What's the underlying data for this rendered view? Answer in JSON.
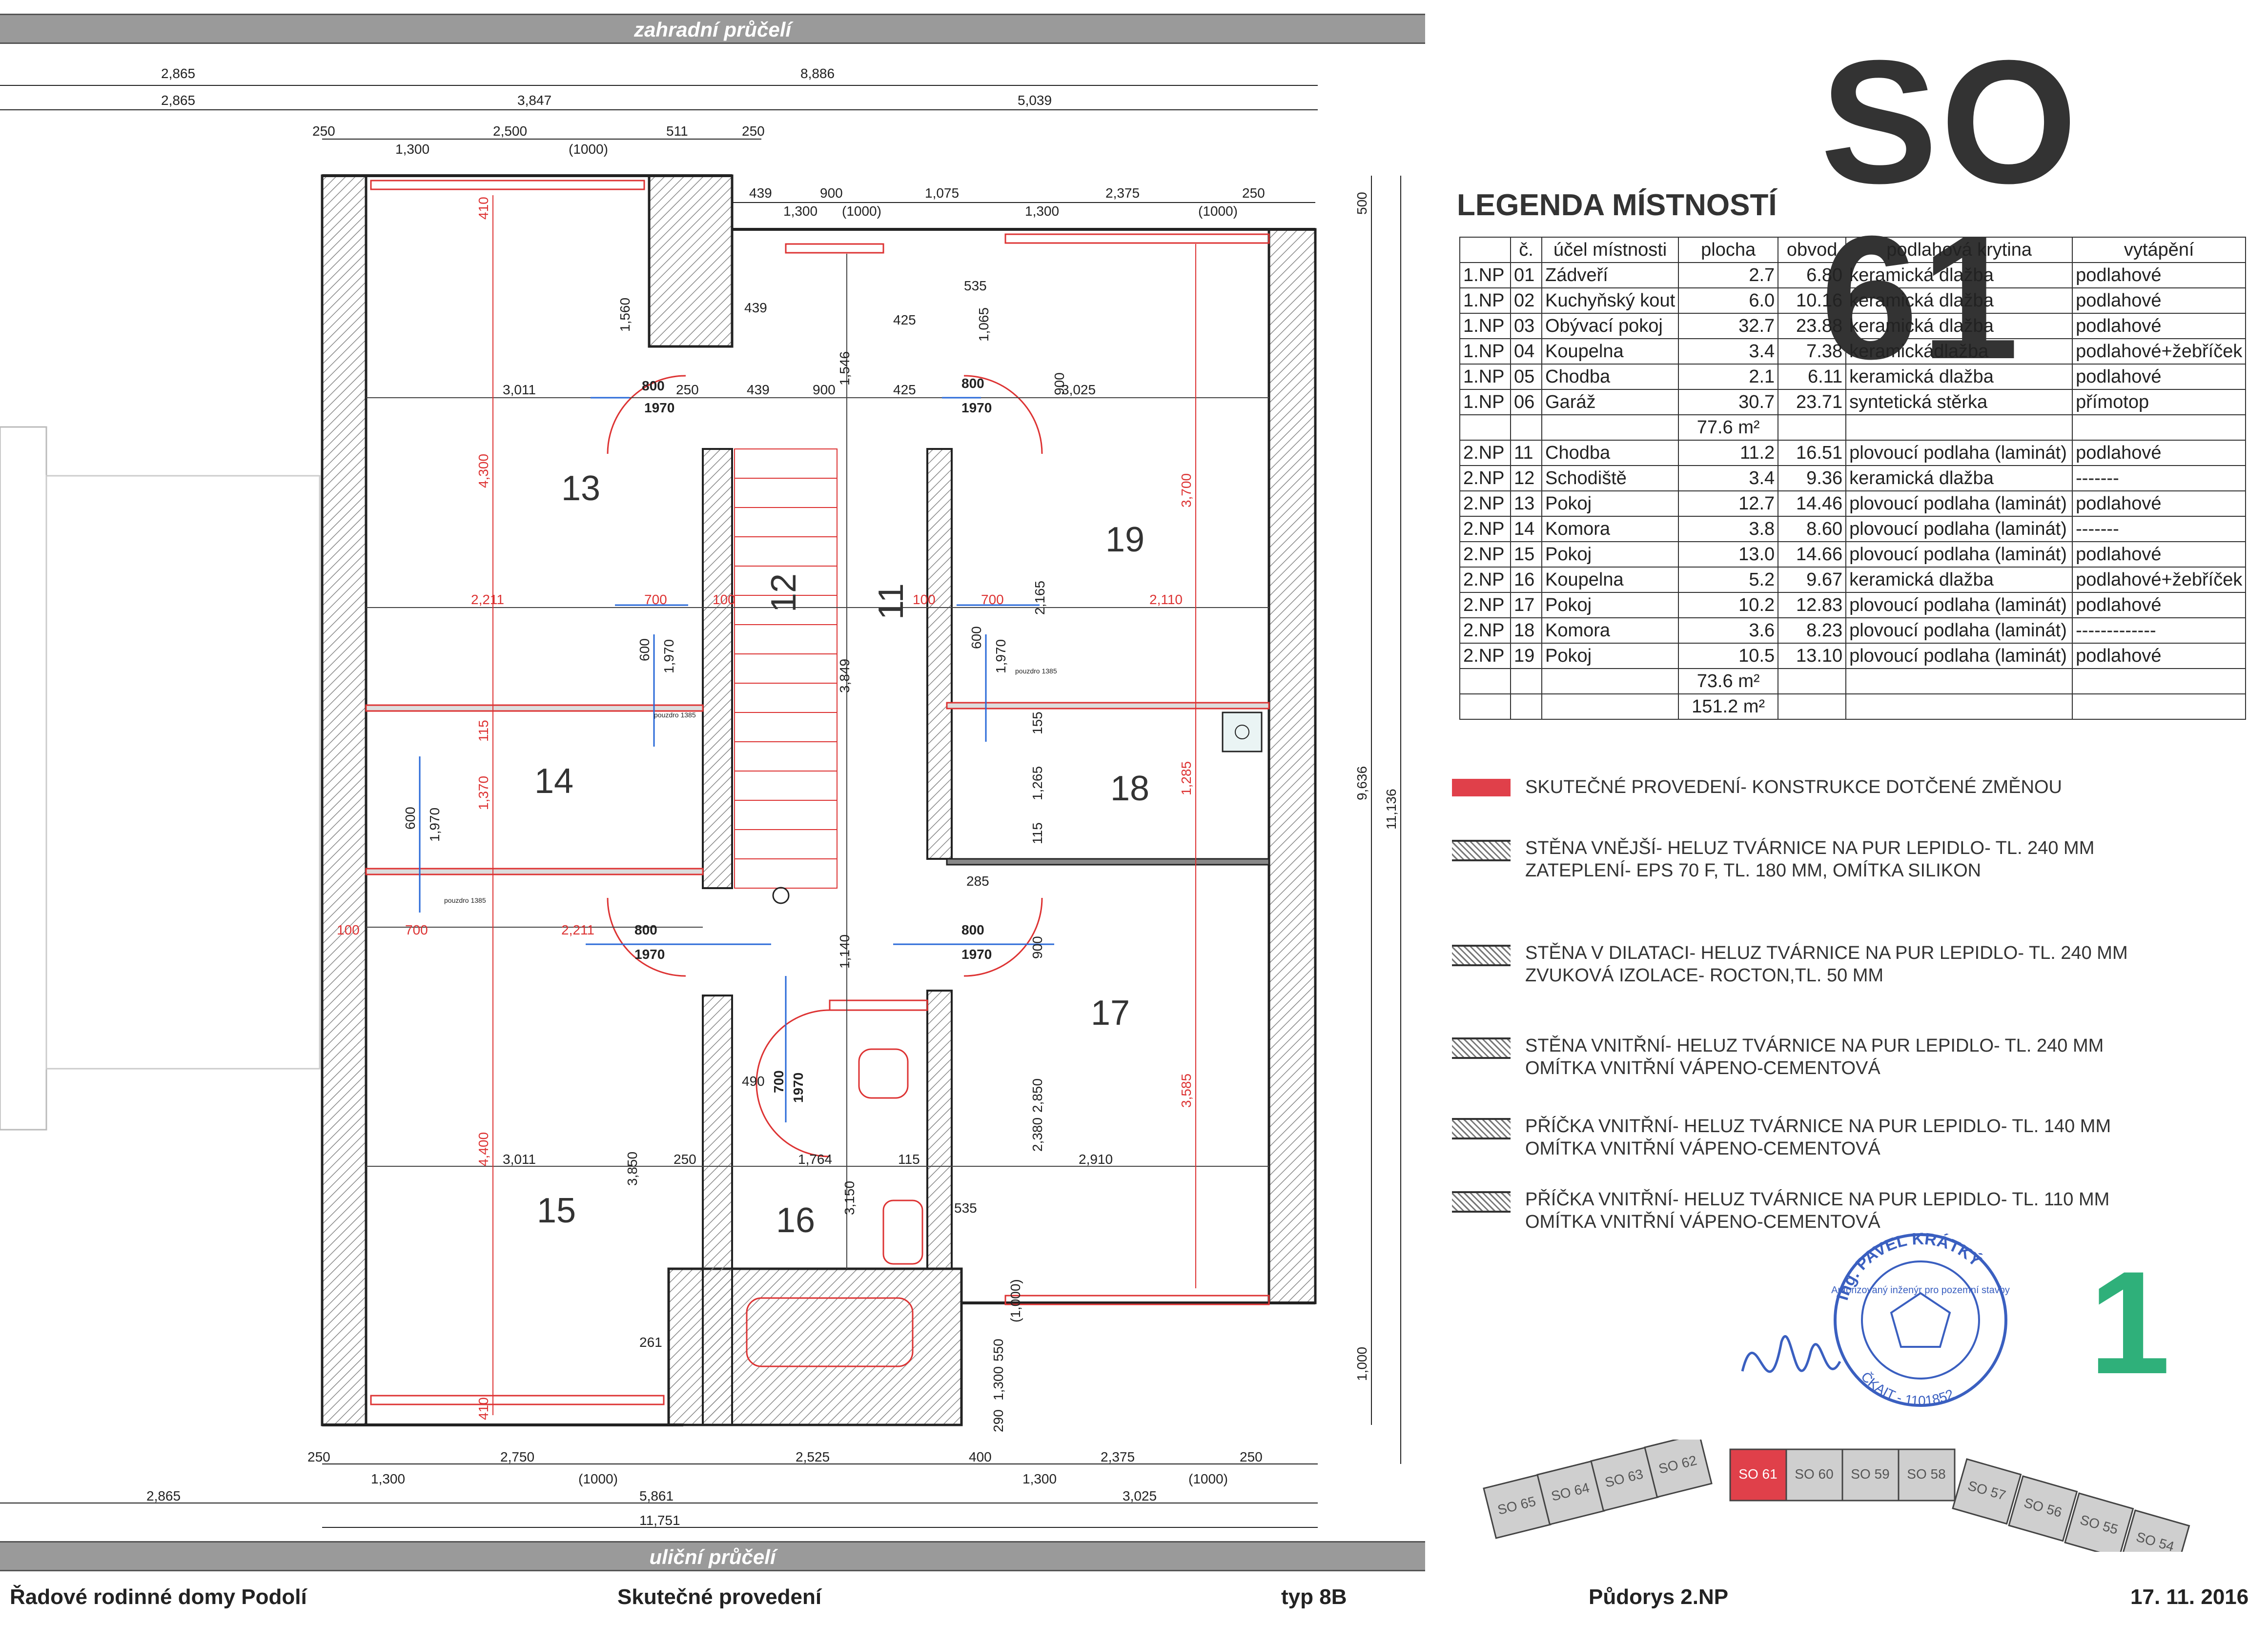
{
  "banners": {
    "top": "zahradní průčelí",
    "bottom": "uliční průčelí"
  },
  "building_code": "SO 61",
  "legend": {
    "title": "LEGENDA MÍSTNOSTÍ",
    "headers": [
      "",
      "č.",
      "účel místnosti",
      "plocha",
      "obvod",
      "podlahová krytina",
      "vytápění"
    ],
    "rows_1np": [
      [
        "1.NP",
        "01",
        "Zádveří",
        "2.7",
        "6.80",
        "keramická dlažba",
        "podlahové"
      ],
      [
        "1.NP",
        "02",
        "Kuchyňský kout",
        "6.0",
        "10.16",
        "keramická dlažba",
        "podlahové"
      ],
      [
        "1.NP",
        "03",
        "Obývací pokoj",
        "32.7",
        "23.88",
        "keramická dlažba",
        "podlahové"
      ],
      [
        "1.NP",
        "04",
        "Koupelna",
        "3.4",
        "7.38",
        "keramickádlažba",
        "podlahové+žebříček"
      ],
      [
        "1.NP",
        "05",
        "Chodba",
        "2.1",
        "6.11",
        "keramická dlažba",
        "podlahové"
      ],
      [
        "1.NP",
        "06",
        "Garáž",
        "30.7",
        "23.71",
        "syntetická stěrka",
        "přímotop"
      ]
    ],
    "sum_1np": "77.6 m²",
    "rows_2np": [
      [
        "2.NP",
        "11",
        "Chodba",
        "11.2",
        "16.51",
        "plovoucí podlaha (laminát)",
        "podlahové"
      ],
      [
        "2.NP",
        "12",
        "Schodiště",
        "3.4",
        "9.36",
        "keramická dlažba",
        "-------"
      ],
      [
        "2.NP",
        "13",
        "Pokoj",
        "12.7",
        "14.46",
        "plovoucí podlaha (laminát)",
        "podlahové"
      ],
      [
        "2.NP",
        "14",
        "Komora",
        "3.8",
        "8.60",
        "plovoucí podlaha (laminát)",
        "-------"
      ],
      [
        "2.NP",
        "15",
        "Pokoj",
        "13.0",
        "14.66",
        "plovoucí podlaha (laminát)",
        "podlahové"
      ],
      [
        "2.NP",
        "16",
        "Koupelna",
        "5.2",
        "9.67",
        "keramická dlažba",
        "podlahové+žebříček"
      ],
      [
        "2.NP",
        "17",
        "Pokoj",
        "10.2",
        "12.83",
        "plovoucí podlaha (laminát)",
        "podlahové"
      ],
      [
        "2.NP",
        "18",
        "Komora",
        "3.6",
        "8.23",
        "plovoucí podlaha (laminát)",
        "-------------"
      ],
      [
        "2.NP",
        "19",
        "Pokoj",
        "10.5",
        "13.10",
        "plovoucí podlaha (laminát)",
        "podlahové"
      ]
    ],
    "sum_2np": "73.6 m²",
    "sum_total": "151.2 m²"
  },
  "keys": [
    {
      "text": "SKUTEČNÉ PROVEDENÍ- KONSTRUKCE DOTČENÉ ZMĚNOU",
      "line2": ""
    },
    {
      "text": "STĚNA VNĚJŠÍ- HELUZ TVÁRNICE NA PUR LEPIDLO- TL. 240 MM",
      "line2": "ZATEPLENÍ- EPS 70 F, TL. 180 MM, OMÍTKA SILIKON"
    },
    {
      "text": "STĚNA V DILATACI- HELUZ TVÁRNICE NA PUR LEPIDLO- TL. 240 MM",
      "line2": "ZVUKOVÁ IZOLACE- ROCTON,TL. 50 MM"
    },
    {
      "text": "STĚNA VNITŘNÍ- HELUZ TVÁRNICE NA PUR LEPIDLO- TL. 240 MM",
      "line2": "OMÍTKA VNITŘNÍ VÁPENO-CEMENTOVÁ"
    },
    {
      "text": "PŘÍČKA VNITŘNÍ- HELUZ TVÁRNICE NA PUR LEPIDLO- TL. 140 MM",
      "line2": "OMÍTKA VNITŘNÍ VÁPENO-CEMENTOVÁ"
    },
    {
      "text": "PŘÍČKA VNITŘNÍ- HELUZ TVÁRNICE NA PUR LEPIDLO- TL. 110 MM",
      "line2": "OMÍTKA VNITŘNÍ VÁPENO-CEMENTOVÁ"
    }
  ],
  "colors": {
    "highlight": "#e0404a",
    "stamp": "#3a5fc0",
    "sheet_number": "#2fb07a"
  },
  "stamp": {
    "ring_top": "Ing. PAVEL KRÁTKÝ",
    "ring_mid": "Autorizovaný inženýr pro pozemní stavby",
    "ring_bottom": "ČKAIT - 1101852"
  },
  "sheet_number": "1",
  "site": {
    "left": [
      "SO 65",
      "SO 64",
      "SO 63",
      "SO 62"
    ],
    "current": "SO 61",
    "middle": [
      "SO 60",
      "SO 59",
      "SO 58"
    ],
    "right": [
      "SO 57",
      "SO 56",
      "SO 55",
      "SO 54"
    ]
  },
  "footer": {
    "project": "Řadové rodinné domy Podolí",
    "stage": "Skutečné provedení",
    "type": "typ 8B",
    "drawing": "Půdorys 2.NP",
    "date": "17. 11. 2016"
  },
  "rooms": [
    "13",
    "19",
    "12",
    "11",
    "14",
    "18",
    "17",
    "15",
    "16"
  ],
  "dims": {
    "top1": [
      "2,865",
      "8,886"
    ],
    "top2": [
      "2,865",
      "3,847",
      "5,039"
    ],
    "top3": [
      "250",
      "2,500",
      "511",
      "250"
    ],
    "top3b": [
      "1,300",
      "(1000)"
    ],
    "top4": [
      "439",
      "900",
      "1,075",
      "2,375",
      "250"
    ],
    "top4b": [
      "1,300",
      "(1000)",
      "1,300",
      "(1000)"
    ],
    "bottom1": [
      "250",
      "2,750",
      "2,525",
      "400",
      "2,375",
      "250"
    ],
    "bottom1b": [
      "1,300",
      "(1000)",
      "1,300",
      "(1000)"
    ],
    "bottom2": [
      "2,865",
      "5,861",
      "3,025"
    ],
    "bottom3": [
      "11,751"
    ],
    "right": [
      "500",
      "9,636",
      "11,136",
      "1,000"
    ],
    "interior": [
      "3,011",
      "250",
      "439",
      "900",
      "425",
      "3,025",
      "1,560",
      "439",
      "425",
      "1,546",
      "1,065",
      "535",
      "900",
      "4,300",
      "3,700",
      "2,211",
      "700",
      "100",
      "100",
      "700",
      "2,110",
      "600",
      "1,970",
      "600",
      "1,970",
      "2,165",
      "3,849",
      "155",
      "1,265",
      "1,285",
      "115",
      "115",
      "1,370",
      "600",
      "1,970",
      "285",
      "700",
      "2,211",
      "100",
      "1,140",
      "900",
      "490",
      "3,011",
      "250",
      "1,764",
      "115",
      "2,850",
      "2,380",
      "2,910",
      "4,400",
      "3,850",
      "3,150",
      "535",
      "3,585",
      "261",
      "550",
      "1,300",
      "(1,000)",
      "290",
      "410",
      "410"
    ],
    "doors": [
      "800",
      "1970",
      "800",
      "1970",
      "800",
      "1970",
      "800",
      "1970",
      "700",
      "1970"
    ],
    "pouzdro": [
      "pouzdro 1385",
      "pouzdro 1385",
      "pouzdro 1385"
    ]
  }
}
